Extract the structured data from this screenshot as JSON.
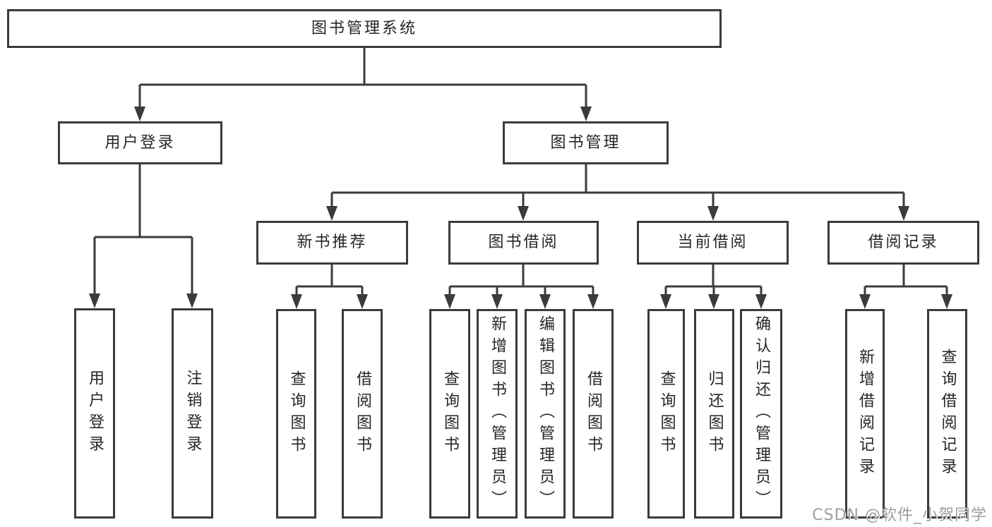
{
  "tree": {
    "label": "图书管理系统",
    "children": [
      {
        "label": "用户登录",
        "children": [
          {
            "label": "用户登录"
          },
          {
            "label": "注销登录"
          }
        ]
      },
      {
        "label": "图书管理",
        "children": [
          {
            "label": "新书推荐",
            "children": [
              {
                "label": "查询图书"
              },
              {
                "label": "借阅图书"
              }
            ]
          },
          {
            "label": "图书借阅",
            "children": [
              {
                "label": "查询图书"
              },
              {
                "label": "新增图书（管理员）"
              },
              {
                "label": "编辑图书（管理员）"
              },
              {
                "label": "借阅图书"
              }
            ]
          },
          {
            "label": "当前借阅",
            "children": [
              {
                "label": "查询图书"
              },
              {
                "label": "归还图书"
              },
              {
                "label": "确认归还（管理员）"
              }
            ]
          },
          {
            "label": "借阅记录",
            "children": [
              {
                "label": "新增借阅记录"
              },
              {
                "label": "查询借阅记录"
              }
            ]
          }
        ]
      }
    ]
  },
  "watermark": {
    "text": "CSDN @软件_小贺同学"
  },
  "colors": {
    "line": "#3b3b3b",
    "text": "#262626",
    "box_background": "#ffffff",
    "watermark": "#9e9e9e"
  }
}
